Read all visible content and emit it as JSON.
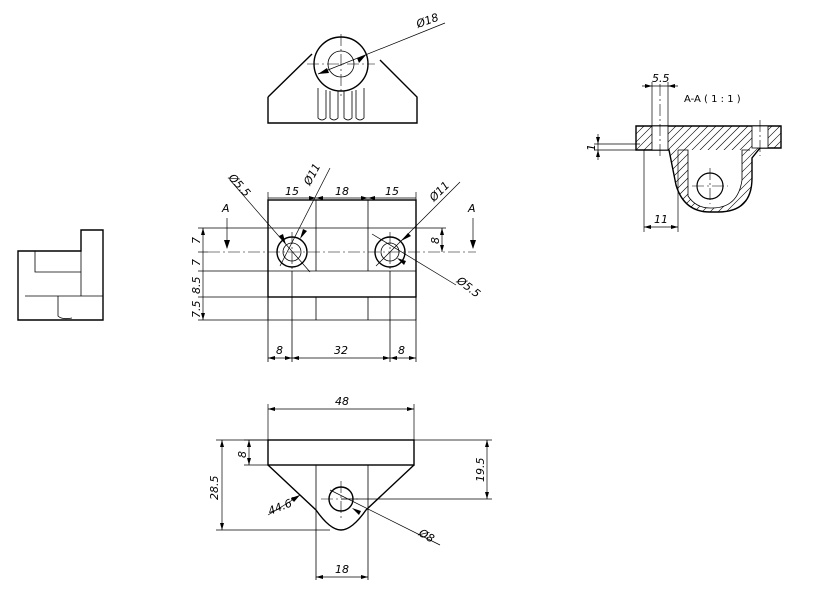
{
  "views": {
    "top": {
      "dim_diameter_18": "Ø18"
    },
    "front": {
      "dim_phi5_5_left": "Ø5.5",
      "dim_phi11_left": "Ø11",
      "dim_15_left": "15",
      "dim_18_mid": "18",
      "dim_15_right": "15",
      "dim_phi11_right": "Ø11",
      "dim_phi5_5_right": "Ø5.5",
      "section_mark_left": "A",
      "section_mark_right": "A",
      "dim_7_upper": "7",
      "dim_7_lower": "7",
      "dim_8_5": "8.5",
      "dim_7_5": "7.5",
      "dim_8_right": "8",
      "dim_8_bottom_left": "8",
      "dim_32_bottom": "32",
      "dim_8_bottom_right": "8"
    },
    "bottom": {
      "dim_48": "48",
      "dim_8_left": "8",
      "dim_28_5": "28.5",
      "dim_19_5": "19.5",
      "dim_angle": "44.6°",
      "dim_phi8": "Ø8",
      "dim_18": "18"
    },
    "section": {
      "title": "A-A ( 1 : 1 )",
      "dim_5_5": "5.5",
      "dim_1": "1",
      "dim_11": "11"
    }
  }
}
